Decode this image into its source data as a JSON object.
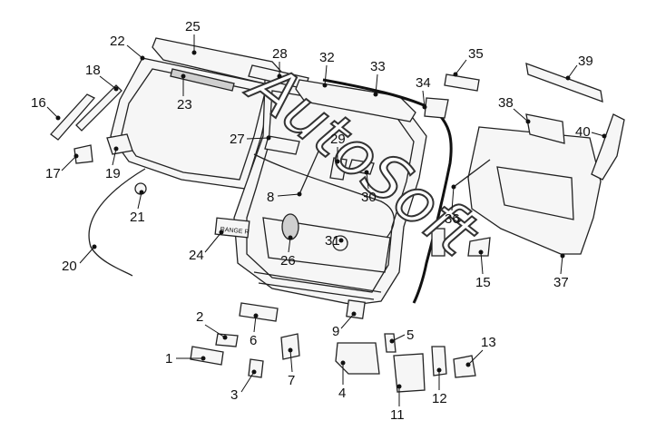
{
  "watermark": "AutoSoft",
  "badge_text": "RANGE R",
  "callouts": [
    "1",
    "2",
    "3",
    "4",
    "5",
    "6",
    "7",
    "8",
    "9",
    "11",
    "12",
    "13",
    "15",
    "16",
    "17",
    "18",
    "19",
    "20",
    "21",
    "22",
    "23",
    "24",
    "25",
    "26",
    "27",
    "28",
    "29",
    "30",
    "31",
    "32",
    "33",
    "34",
    "35",
    "36",
    "37",
    "38",
    "39",
    "40"
  ]
}
